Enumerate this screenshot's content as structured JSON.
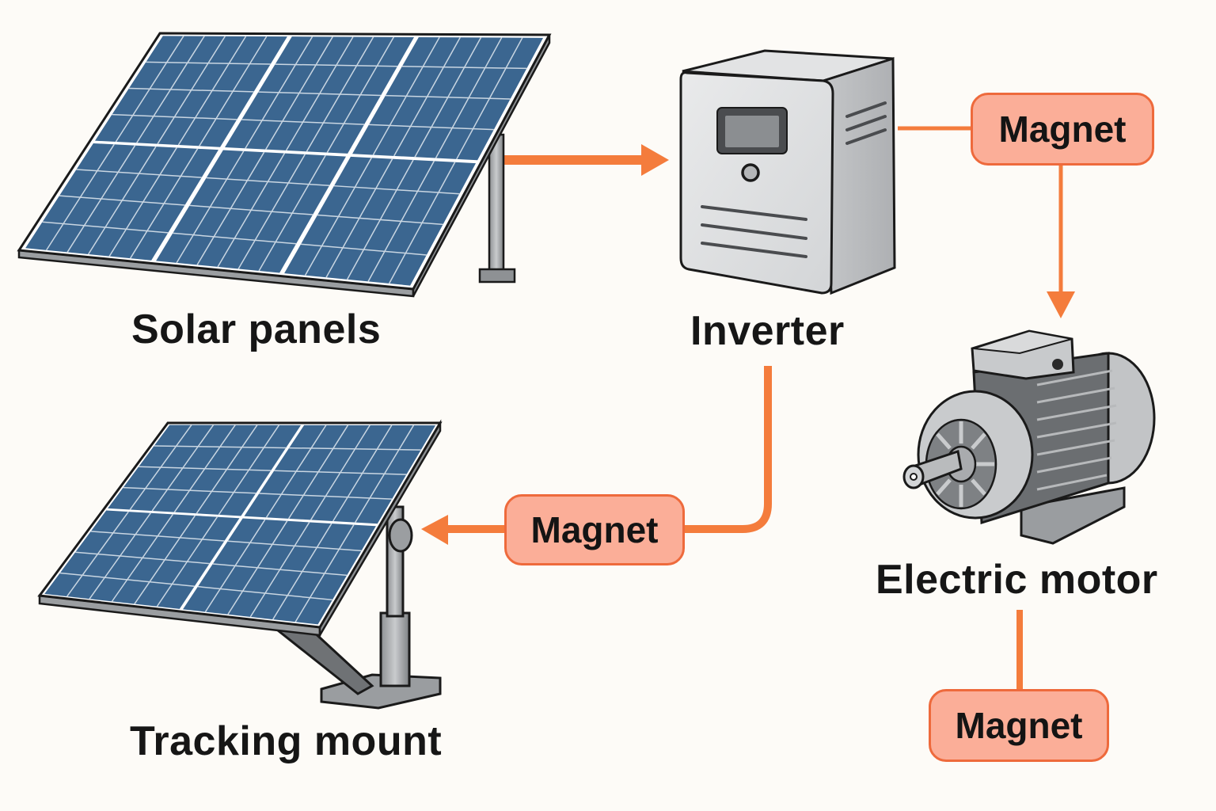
{
  "diagram": {
    "colors": {
      "background": "#fdfbf7",
      "connector": "#f47c3c",
      "magnet_fill": "#fbae98",
      "magnet_border": "#ee6a3c",
      "panel_cell": "#3b6690",
      "metal": "#a9abae",
      "outline": "#1a1a1a"
    },
    "nodes": {
      "solar_panels": {
        "label": "Solar panels",
        "icon": "solar-panel-icon"
      },
      "inverter": {
        "label": "Inverter",
        "icon": "inverter-icon"
      },
      "electric_motor": {
        "label": "Electric motor",
        "icon": "electric-motor-icon"
      },
      "tracking_mount": {
        "label": "Tracking mount",
        "icon": "tracking-mount-icon"
      }
    },
    "magnets": [
      {
        "label": "Magnet",
        "position": "between inverter and electric motor"
      },
      {
        "label": "Magnet",
        "position": "between inverter and tracking mount"
      },
      {
        "label": "Magnet",
        "position": "below electric motor"
      }
    ],
    "edges": [
      {
        "from": "Solar panels",
        "to": "Inverter",
        "arrow": true
      },
      {
        "from": "Inverter",
        "to": "Magnet",
        "arrow": false
      },
      {
        "from": "Magnet",
        "to": "Electric motor",
        "arrow": true
      },
      {
        "from": "Inverter",
        "to": "Magnet",
        "arrow": false
      },
      {
        "from": "Magnet",
        "to": "Tracking mount",
        "arrow": true
      },
      {
        "from": "Electric motor",
        "to": "Magnet",
        "arrow": false
      }
    ]
  }
}
